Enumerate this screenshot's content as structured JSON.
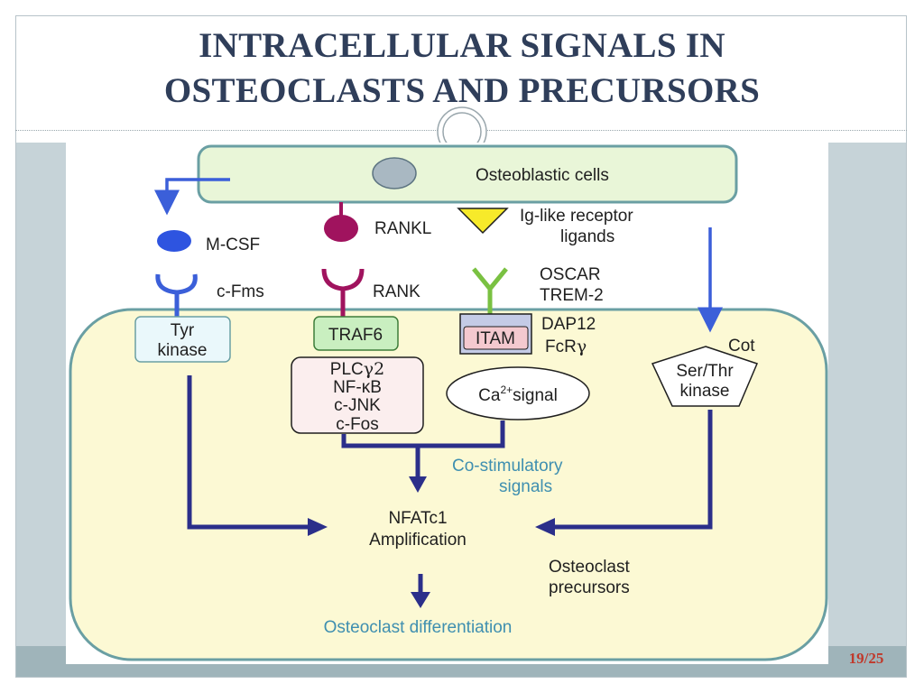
{
  "slide": {
    "title_line1": "INTRACELLULAR  SIGNALS  IN",
    "title_line2": "OSTEOCLASTS AND PRECURSORS",
    "page_number": "19/25"
  },
  "diagram": {
    "osteoblast_label": "Osteoblastic cells",
    "mcsf": "M-CSF",
    "rankl": "RANKL",
    "ig_line1": "Ig-like receptor",
    "ig_line2": "ligands",
    "cfms": "c-Fms",
    "rank": "RANK",
    "oscar": "OSCAR",
    "trem2": "TREM-2",
    "tyr_line1": "Tyr",
    "tyr_line2": "kinase",
    "traf6": "TRAF6",
    "itam": "ITAM",
    "dap12": "DAP12",
    "fcr_base": "FcR",
    "fcr_greek": "γ",
    "plc_base": "PLC",
    "plc_sub": "γ2",
    "nfkb_base": "NF-",
    "nfkb_greek": "κB",
    "cjnk": "c-JNK",
    "cfos": "c-Fos",
    "ca_base": "Ca",
    "ca_sup": "2+",
    "ca_rest": "signal",
    "cot": "Cot",
    "serthr_line1": "Ser/Thr",
    "serthr_line2": "kinase",
    "costim_line1": "Co-stimulatory",
    "costim_line2": "signals",
    "nfatc1_line1": "NFATc1",
    "nfatc1_line2": "Amplification",
    "precursor_line1": "Osteoclast",
    "precursor_line2": "precursors",
    "differentiation": "Osteoclast differentiation"
  },
  "colors": {
    "title": "#2f3e5a",
    "pathway_blue": "#3b5fd9",
    "rank_magenta": "#a0135e",
    "oscar_green": "#7ac142",
    "arrow_navy": "#2b2f8a",
    "cell_fill": "#fcf9d4",
    "cell_border": "#6a9fa3",
    "teal_text": "#3f8fb0",
    "page_number": "#c0392b"
  }
}
